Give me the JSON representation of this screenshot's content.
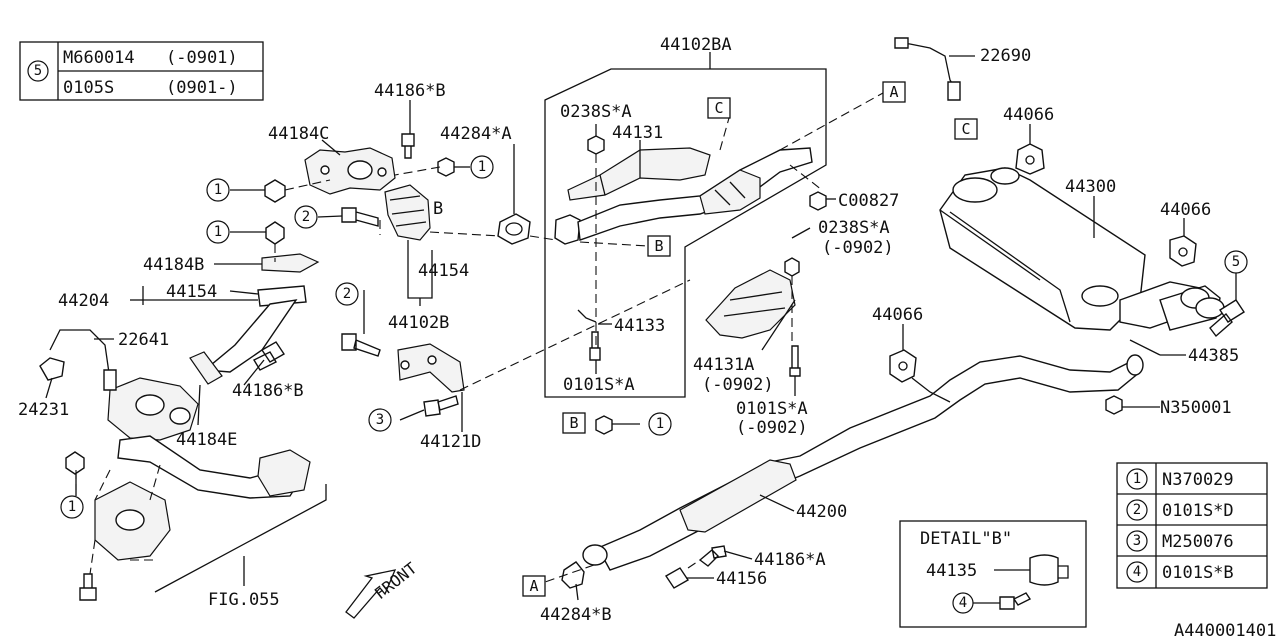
{
  "top_legend": {
    "key": "5",
    "rows": [
      {
        "part": "M660014",
        "range": "(-0901)"
      },
      {
        "part": "0105S",
        "range": "(0901-)"
      }
    ]
  },
  "bottom_legend": [
    {
      "key": "1",
      "part": "N370029"
    },
    {
      "key": "2",
      "part": "0101S*D"
    },
    {
      "key": "3",
      "part": "M250076"
    },
    {
      "key": "4",
      "part": "0101S*B"
    }
  ],
  "detail": {
    "title": "DETAIL\"B\"",
    "part": "44135",
    "ref": "4"
  },
  "labels": {
    "p44102BA": "44102BA",
    "p22690": "22690",
    "p44186B_top": "44186*B",
    "p44184C": "44184C",
    "p44284A": "44284*A",
    "p0238SA_top": "0238S*A",
    "p44131": "44131",
    "p44066_top": "44066",
    "p44300": "44300",
    "p44066_right": "44066",
    "pC00827": "C00827",
    "p0238SA_mid": "0238S*A",
    "p0902_a": "(-0902)",
    "p44184B": "44184B",
    "p44154_a": "44154",
    "p44204": "44204",
    "p44154_b": "44154",
    "p44102B": "44102B",
    "p44133": "44133",
    "p44066_mid": "44066",
    "p22641": "22641",
    "p44385": "44385",
    "p44131A": "44131A",
    "p0902_b": "(-0902)",
    "p24231": "24231",
    "p44186B_left": "44186*B",
    "p0101SA_left": "0101S*A",
    "p0101SA_right": "0101S*A",
    "p0902_c": "(-0902)",
    "pN350001": "N350001",
    "p44121D": "44121D",
    "p44184E": "44184E",
    "p44200": "44200",
    "p44186A": "44186*A",
    "p44156": "44156",
    "p44284B": "44284*B",
    "pFIG055": "FIG.055",
    "front": "FRONT",
    "diagram_id": "A440001401",
    "B_small": "B"
  },
  "callouts": {
    "A": "A",
    "B": "B",
    "C": "C",
    "n1": "1",
    "n2": "2",
    "n3": "3",
    "n4": "4",
    "n5": "5"
  }
}
